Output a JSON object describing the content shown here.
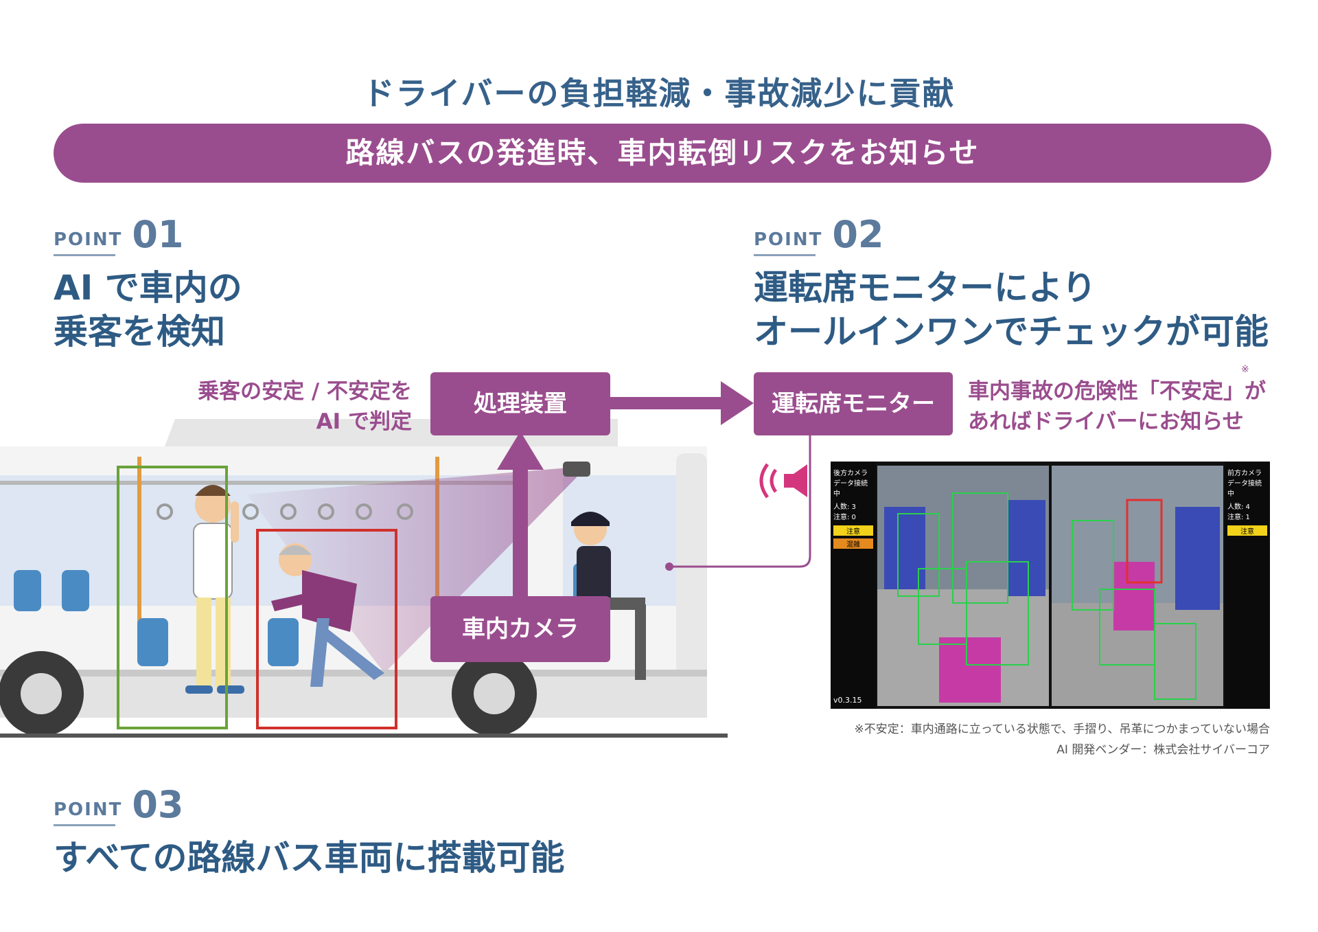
{
  "headline": "ドライバーの負担軽減・事故減少に貢献",
  "banner": "路線バスの発進時、車内転倒リスクをお知らせ",
  "points": [
    {
      "tag": "POINT",
      "num": "01",
      "title_line1": "AI で車内の",
      "title_line2": "乗客を検知"
    },
    {
      "tag": "POINT",
      "num": "02",
      "title_line1": "運転席モニターにより",
      "title_line2": "オールインワンでチェックが可能"
    },
    {
      "tag": "POINT",
      "num": "03",
      "title_line1": "すべての路線バス車両に搭載可能"
    }
  ],
  "flow": {
    "processor": "処理装置",
    "camera": "車内カメラ",
    "monitor": "運転席モニター",
    "processor_note_line1": "乗客の安定 / 不安定を",
    "processor_note_line2": "AI で判定",
    "monitor_note_line1": "車内事故の危険性「不安定」が",
    "monitor_note_line2": "あればドライバーにお知らせ",
    "monitor_note_mark": "※"
  },
  "monitor_screen": {
    "left_panel_title": "後方カメラ",
    "left_panel_status": "データ接続中",
    "left_count": "人数: 3",
    "left_alert": "注意: 0",
    "left_badge1": "注意",
    "left_badge2": "混雑",
    "right_panel_title": "前方カメラ",
    "right_panel_status": "データ接続中",
    "right_count": "人数: 4",
    "right_alert": "注意: 1",
    "right_badge1": "注意",
    "version": "v0.3.15"
  },
  "footnote": "※不安定：車内通路に立っている状態で、手摺り、吊革につかまっていない場合",
  "vendor": "AI 開発ベンダー：株式会社サイバーコア",
  "colors": {
    "accent": "#9a4d8e",
    "navy": "#2e5b84",
    "stable_box": "#6aa339",
    "unstable_box": "#d0302b"
  }
}
